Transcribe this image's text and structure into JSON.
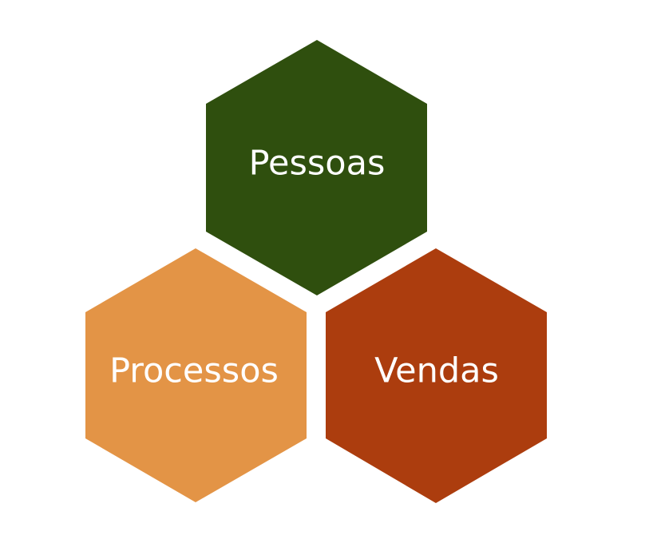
{
  "hexagons": [
    {
      "label": "Pessoas",
      "color": "#2f4f0e"
    },
    {
      "label": "Processos",
      "color": "#e39446"
    },
    {
      "label": "Vendas",
      "color": "#ac3d0e"
    }
  ]
}
